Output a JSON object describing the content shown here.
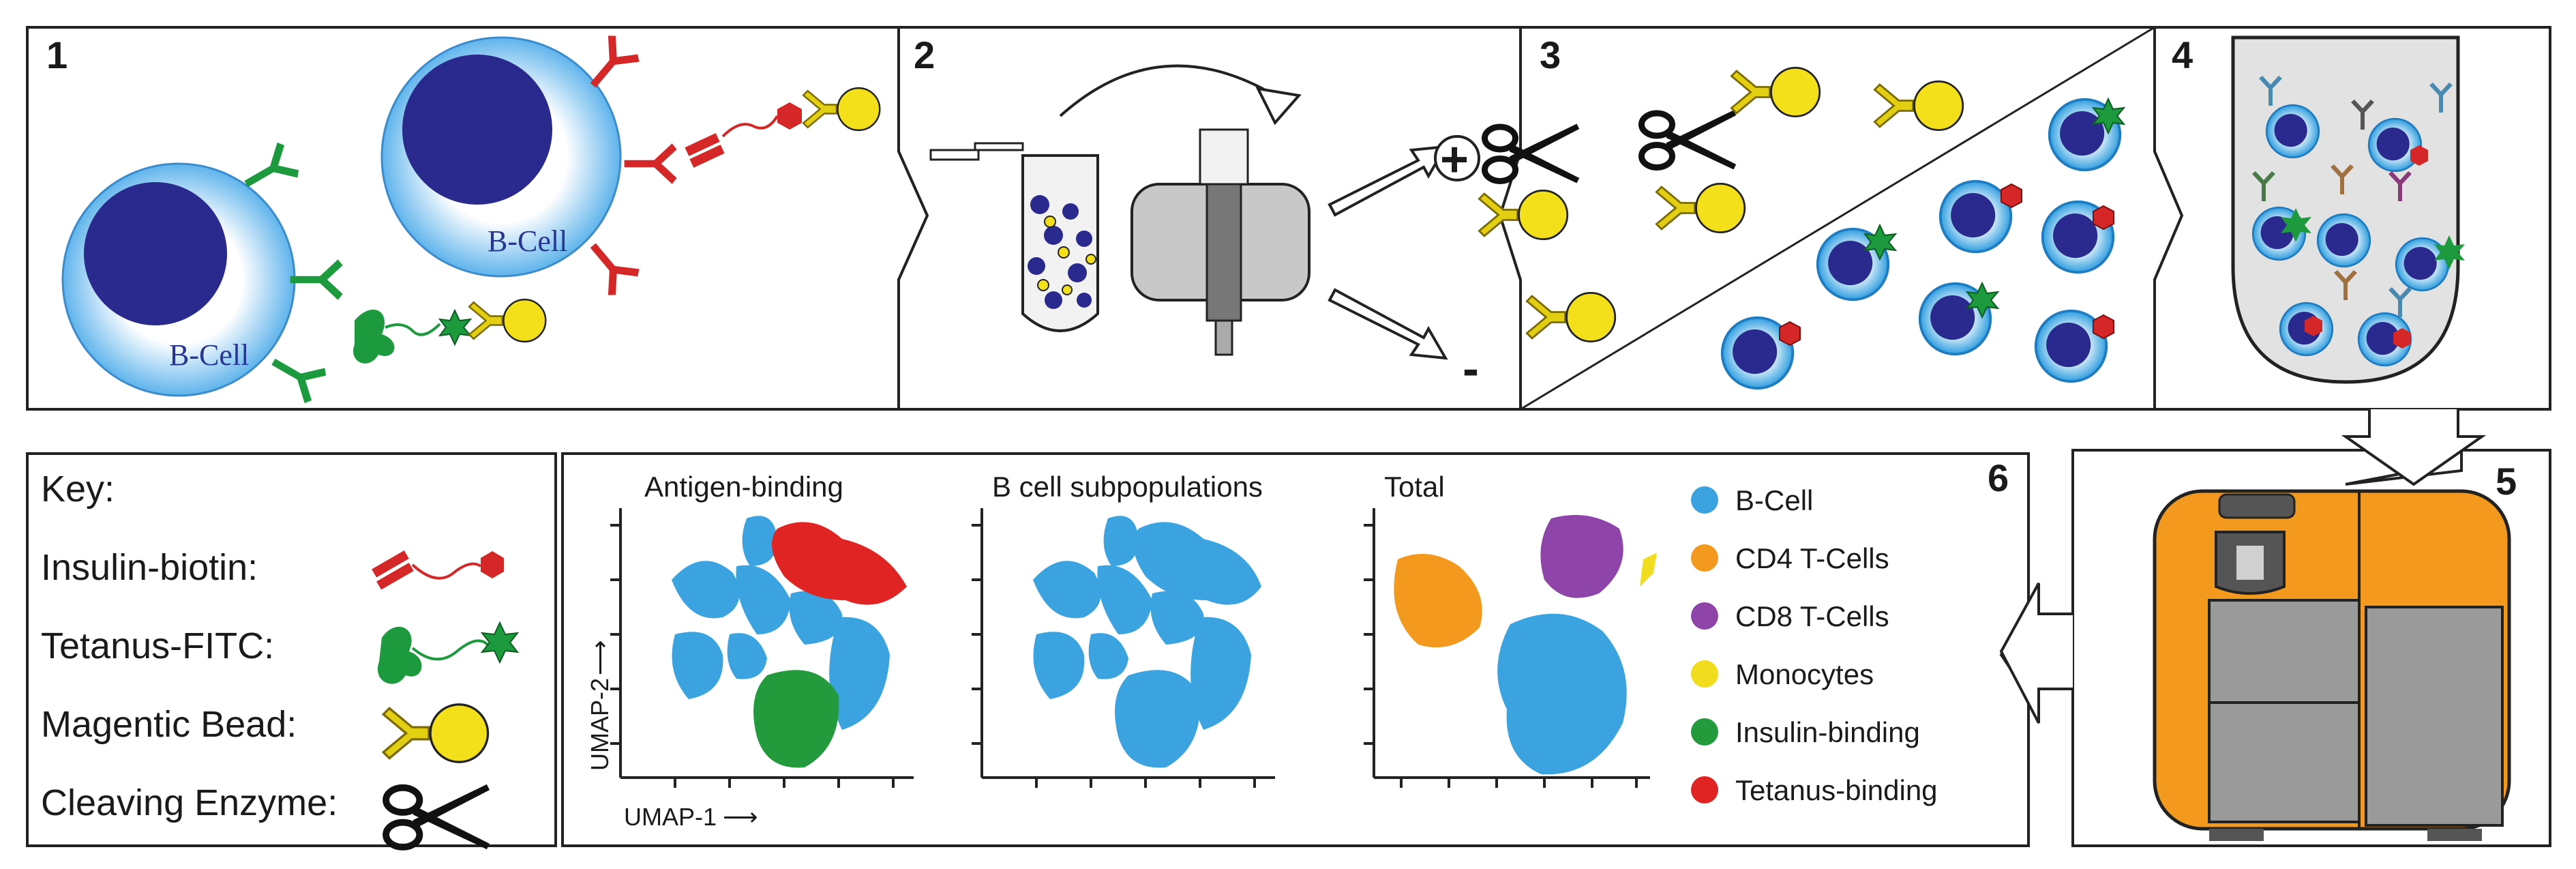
{
  "panels": {
    "p1": "1",
    "p2": "2",
    "p3": "3",
    "p4": "4",
    "p5": "5",
    "p6": "6"
  },
  "cells": {
    "bcell_left": "B-Cell",
    "bcell_right": "B-Cell"
  },
  "separation_signs": {
    "plus": "+",
    "minus": "-"
  },
  "key": {
    "title": "Key:",
    "items": [
      {
        "label": "Insulin-biotin:",
        "icon": "insulin-biotin-icon"
      },
      {
        "label": "Tetanus-FITC:",
        "icon": "tetanus-fitc-icon"
      },
      {
        "label": "Magentic Bead:",
        "icon": "magnetic-bead-icon"
      },
      {
        "label": "Cleaving Enzyme:",
        "icon": "scissors-icon"
      }
    ]
  },
  "plots": {
    "antigen_title": "Antigen-binding",
    "subpop_title": "B cell subpopulations",
    "total_title": "Total",
    "ylabel": "UMAP-2",
    "xlabel": "UMAP-1"
  },
  "legend": {
    "items": [
      {
        "label": "B-Cell",
        "color": "#3aa3e0"
      },
      {
        "label": "CD4 T-Cells",
        "color": "#f39a1e"
      },
      {
        "label": "CD8 T-Cells",
        "color": "#8e44a8"
      },
      {
        "label": "Monocytes",
        "color": "#f2dc1e"
      },
      {
        "label": "Insulin-binding",
        "color": "#239b3c"
      },
      {
        "label": "Tetanus-binding",
        "color": "#e02424"
      }
    ]
  },
  "colors": {
    "bcell_blue": "#3aa3e0",
    "nucleus": "#2a2a8e",
    "insulin_red": "#d62728",
    "tetanus_green": "#1e9a3e",
    "bead_yellow": "#f4e01a",
    "sorter_orange": "#f39a1e",
    "sorter_grey": "#9a9a9a"
  }
}
